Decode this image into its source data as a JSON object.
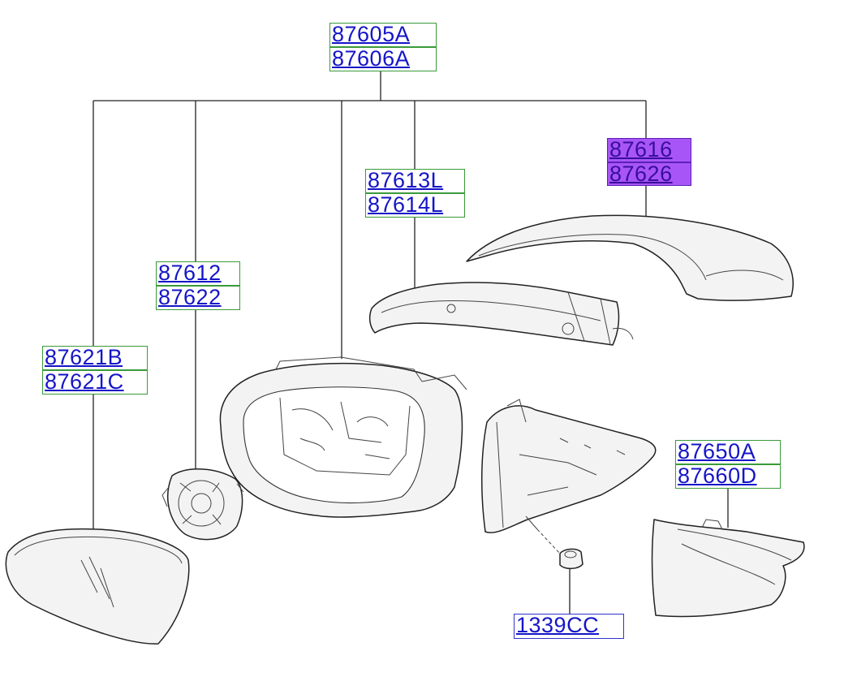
{
  "labels": {
    "top_assembly_1": "87605A",
    "top_assembly_2": "87606A",
    "cover_1": "87616",
    "cover_2": "87626",
    "lamp_1": "87613L",
    "lamp_2": "87614L",
    "actuator_1": "87612",
    "actuator_2": "87622",
    "glass_1": "87621B",
    "glass_2": "87621C",
    "lower_cover_1": "87650A",
    "lower_cover_2": "87660D",
    "nut": "1339CC"
  },
  "colors": {
    "label_text": "#1515c8",
    "label_border": "#3a9a3a",
    "highlight_fill": "#a855f7"
  }
}
